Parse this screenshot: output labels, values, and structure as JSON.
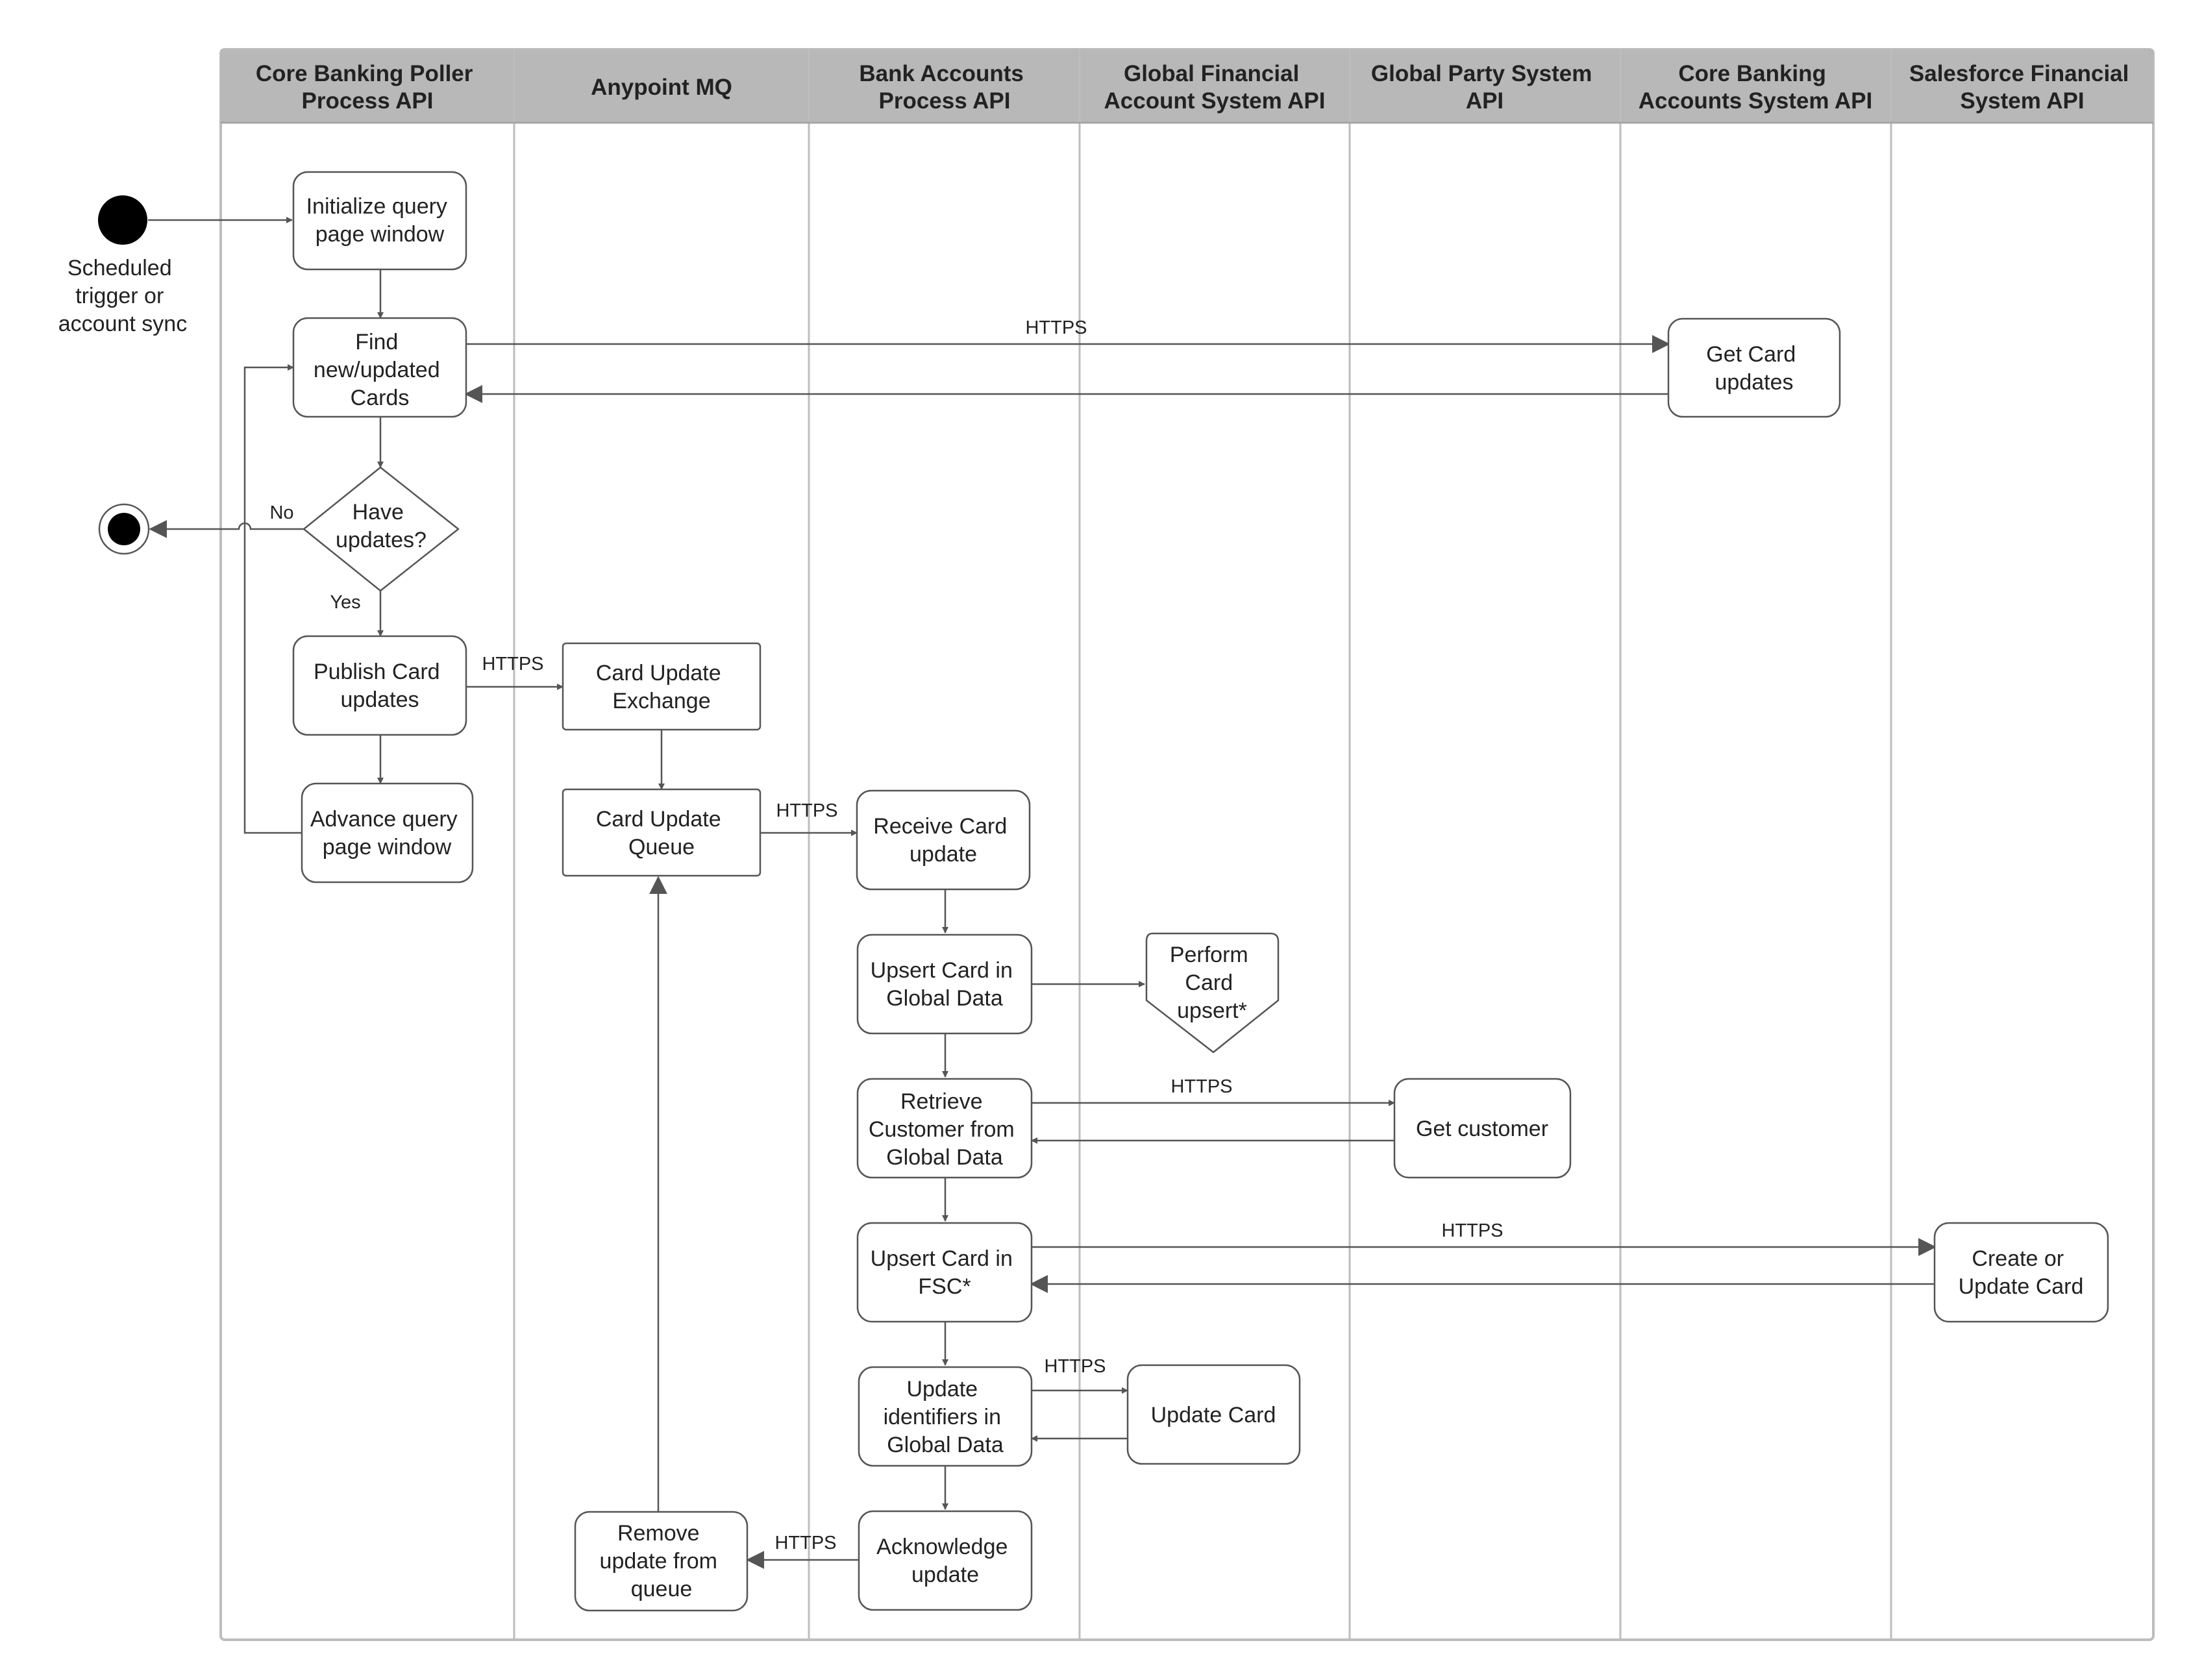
{
  "lanes": [
    {
      "id": "poller",
      "title": [
        "Core Banking Poller",
        "Process API"
      ]
    },
    {
      "id": "mq",
      "title": [
        "Anypoint MQ"
      ]
    },
    {
      "id": "bank",
      "title": [
        "Bank Accounts",
        "Process API"
      ]
    },
    {
      "id": "gfa",
      "title": [
        "Global Financial",
        "Account System API"
      ]
    },
    {
      "id": "gp",
      "title": [
        "Global Party System",
        "API"
      ]
    },
    {
      "id": "cbas",
      "title": [
        "Core Banking",
        "Accounts System API"
      ]
    },
    {
      "id": "sfs",
      "title": [
        "Salesforce Financial",
        "System API"
      ]
    }
  ],
  "nodes": {
    "start_label": [
      "Scheduled",
      "trigger or",
      "account sync"
    ],
    "init": [
      "Initialize query",
      "page window"
    ],
    "find": [
      "Find",
      "new/updated",
      "Cards"
    ],
    "have_updates": [
      "Have",
      "updates?"
    ],
    "publish": [
      "Publish Card",
      "updates"
    ],
    "advance": [
      "Advance query",
      "page window"
    ],
    "exchange": [
      "Card Update",
      "Exchange"
    ],
    "queue": [
      "Card Update",
      "Queue"
    ],
    "receive": [
      "Receive Card",
      "update"
    ],
    "upsert_global": [
      "Upsert Card in",
      "Global Data"
    ],
    "perform_upsert": [
      "Perform",
      "Card",
      "upsert*"
    ],
    "retrieve_customer": [
      "Retrieve",
      "Customer from",
      "Global Data"
    ],
    "get_customer": [
      "Get customer"
    ],
    "upsert_fsc": [
      "Upsert Card in",
      "FSC*"
    ],
    "create_update_card": [
      "Create or",
      "Update Card"
    ],
    "update_identifiers": [
      "Update",
      "identifiers in",
      "Global Data"
    ],
    "update_card": [
      "Update Card"
    ],
    "acknowledge": [
      "Acknowledge",
      "update"
    ],
    "remove": [
      "Remove",
      "update from",
      "queue"
    ],
    "get_card_updates": [
      "Get Card",
      "updates"
    ]
  },
  "edge_labels": {
    "find_to_get": "HTTPS",
    "no": "No",
    "yes": "Yes",
    "publish_to_exchange": "HTTPS",
    "queue_to_receive": "HTTPS",
    "retrieve_to_get_customer": "HTTPS",
    "upsert_fsc_to_create": "HTTPS",
    "update_ids_to_update_card": "HTTPS",
    "ack_to_remove": "HTTPS"
  }
}
